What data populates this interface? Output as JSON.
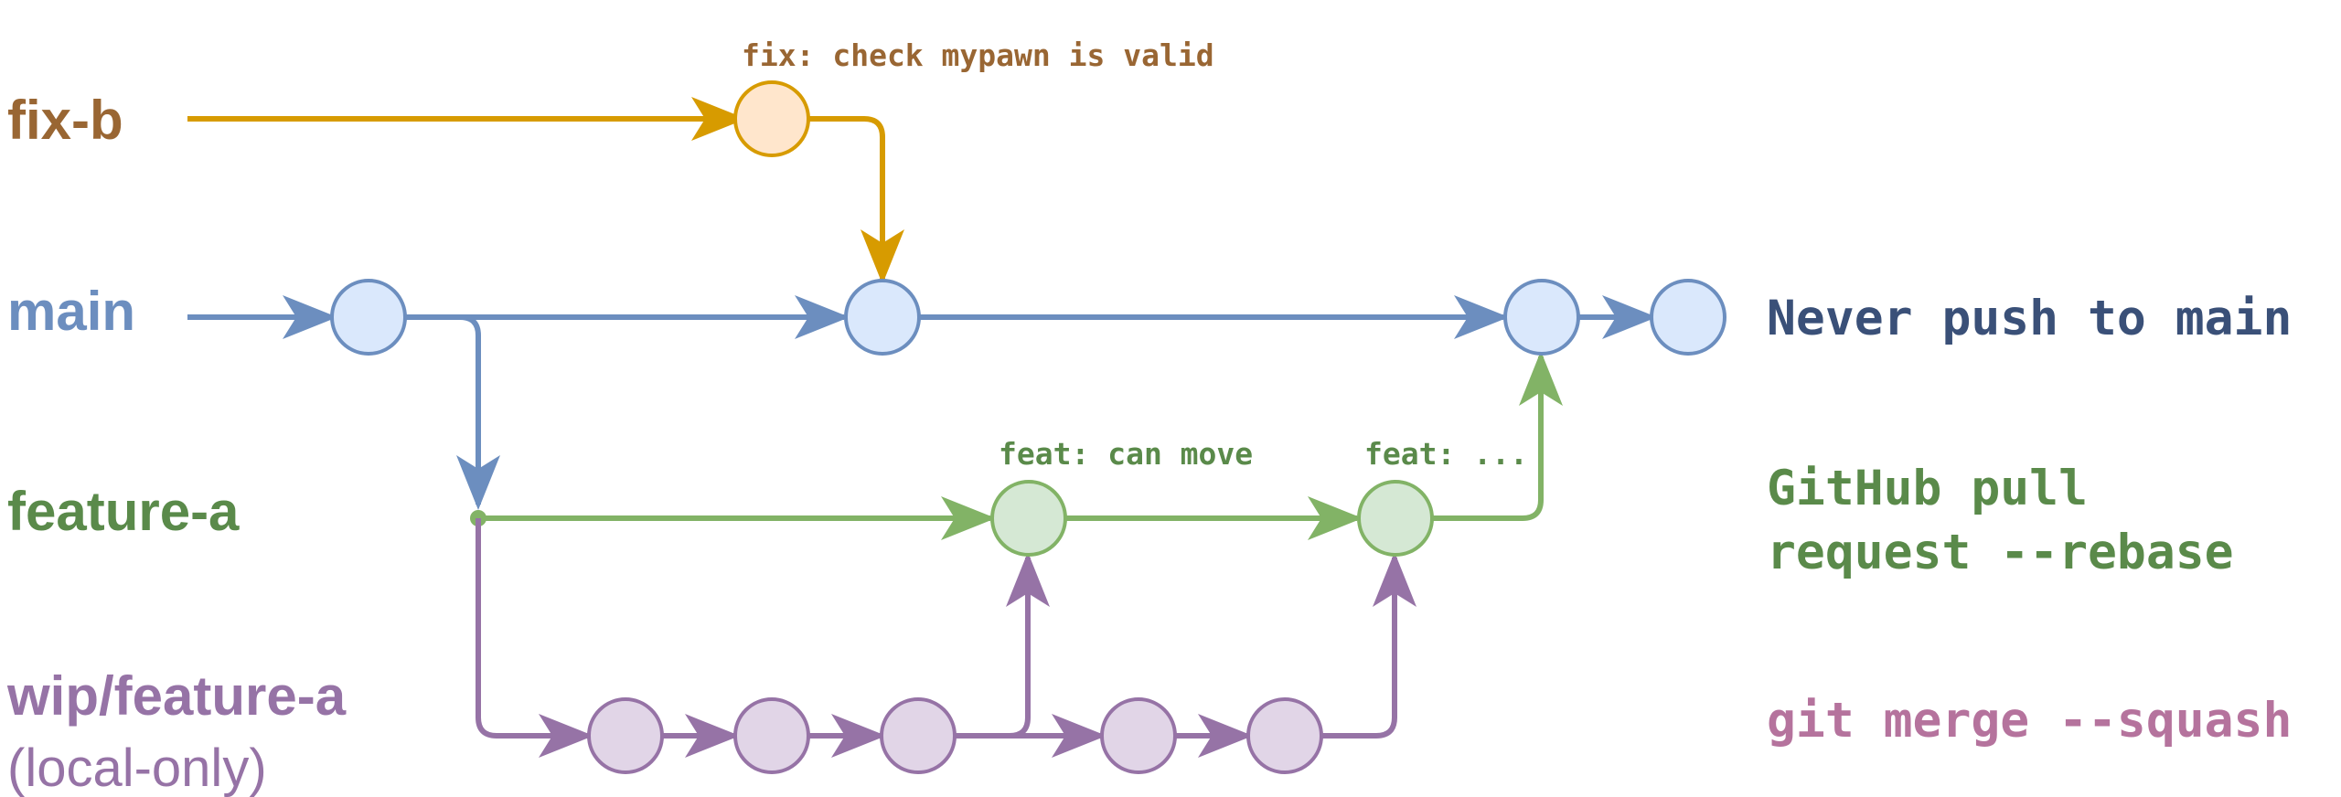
{
  "branches": {
    "fix_b": "fix-b",
    "main": "main",
    "feature_a": "feature-a",
    "wip": "wip/feature-a",
    "wip_note": "(local-only)"
  },
  "commit_messages": {
    "fix": "fix: check mypawn is valid",
    "feat_move": "feat: can move",
    "feat_more": "feat: ..."
  },
  "notes": {
    "main": "Never push to main",
    "pr_line1": "GitHub pull",
    "pr_line2": "request --rebase",
    "squash": "git merge --squash"
  },
  "colors": {
    "fix_stroke": "#D79B00",
    "fix_fill": "#FFE6CC",
    "fix_text": "#996633",
    "main_stroke": "#6C8EBF",
    "main_fill": "#DAE8FC",
    "main_note": "#3A5078",
    "feature_stroke": "#82B366",
    "feature_fill": "#D5E8D4",
    "feature_text": "#5A8A4A",
    "wip_stroke": "#9673A6",
    "wip_fill": "#E1D5E7",
    "wip_text": "#9673A6",
    "squash_text": "#B5739D"
  }
}
